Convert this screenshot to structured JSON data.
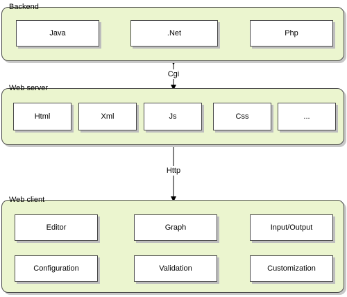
{
  "layers": {
    "backend": {
      "title": "Backend",
      "nodes": [
        "Java",
        ".Net",
        "Php"
      ]
    },
    "web_server": {
      "title": "Web server",
      "nodes": [
        "Html",
        "Xml",
        "Js",
        "Css",
        "..."
      ]
    },
    "web_client": {
      "title": "Web client",
      "nodes": [
        "Editor",
        "Graph",
        "Input/Output",
        "Configuration",
        "Validation",
        "Customization"
      ]
    }
  },
  "connections": [
    {
      "from": "Backend",
      "to": "Web server",
      "label": "Cgi"
    },
    {
      "from": "Web server",
      "to": "Web client",
      "label": "Http"
    }
  ],
  "colors": {
    "layer_fill": "#ebf5cf",
    "node_fill": "#ffffff",
    "border": "#4a4a4a",
    "shadow": "#c8c8c8"
  }
}
